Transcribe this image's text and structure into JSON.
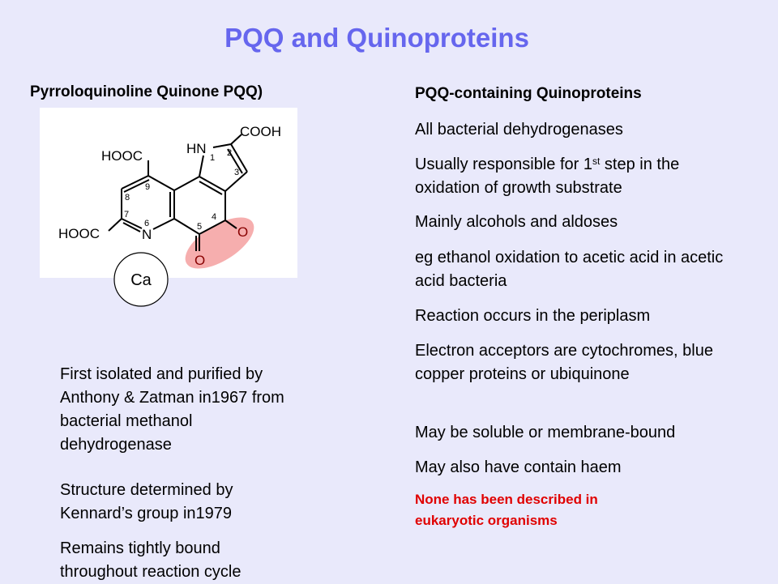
{
  "title": "PQQ and Quinoproteins",
  "left": {
    "heading": "Pyrroloquinoline Quinone PQQ)",
    "structure_labels": {
      "cooh": "COOH",
      "hn": "HN",
      "hooc_top": "HOOC",
      "hooc_left": "HOOC",
      "n": "N",
      "o4": "O",
      "o5": "O",
      "n1": "1",
      "n2": "2",
      "n3": "3",
      "n4": "4",
      "n5": "5",
      "n6": "6",
      "n7": "7",
      "n8": "8",
      "n9": "9",
      "ca": "Ca"
    },
    "highlight_color": "#f4a0a0",
    "paragraphs": [
      "First isolated and purified by Anthony & Zatman in1967 from bacterial methanol dehydrogenase",
      "Structure determined by Kennard’s group in1979",
      "Remains tightly bound throughout reaction cycle"
    ]
  },
  "right": {
    "heading": "PQQ-containing Quinoproteins",
    "items": [
      "All bacterial dehydrogenases",
      {
        "pre": "Usually responsible for 1",
        "sup": "st",
        "post": " step in the oxidation of growth substrate"
      },
      "Mainly alcohols and aldoses",
      "eg  ethanol oxidation to acetic acid in acetic acid bacteria",
      "Reaction occurs in the periplasm",
      "Electron acceptors are cytochromes, blue copper proteins or ubiquinone",
      "May be soluble or membrane-bound",
      "May also have contain haem"
    ],
    "note": "None has been described in eukaryotic organisms",
    "note_color": "#e00000"
  }
}
